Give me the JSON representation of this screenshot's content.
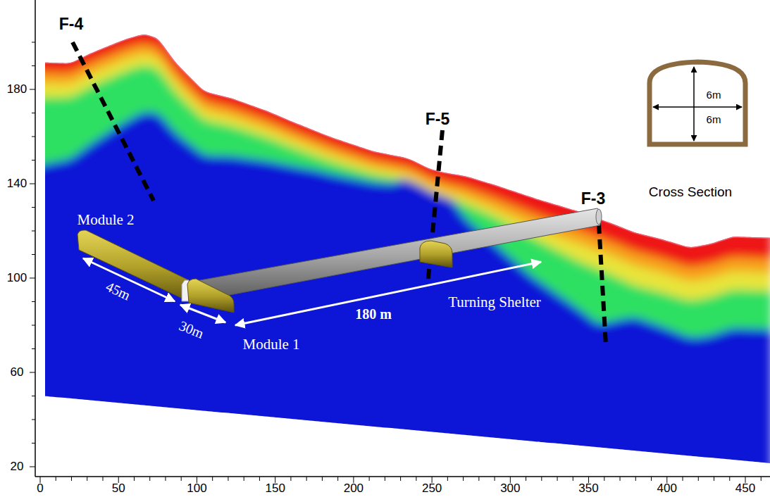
{
  "diagram": {
    "labels": [
      "180",
      "140",
      "100",
      "60",
      "20",
      "0",
      "50",
      "100",
      "150",
      "200",
      "250",
      "300",
      "350",
      "400",
      "450",
      "F-4",
      "F-5",
      "F-3",
      "Module 2",
      "45m",
      "30m",
      "Module 1",
      "180 m",
      "Turning Shelter",
      "6m",
      "6m",
      "Cross Section"
    ]
  }
}
